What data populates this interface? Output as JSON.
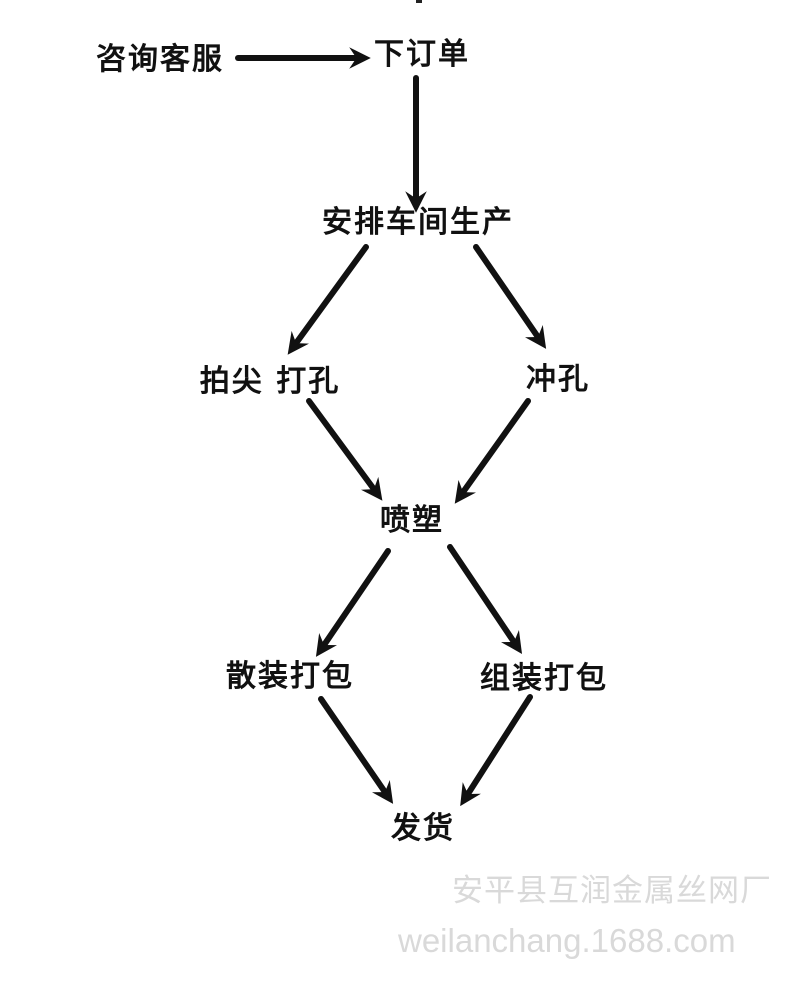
{
  "nodes": {
    "consult": "咨询客服",
    "order": "下订单",
    "arrange": "安排车间生产",
    "tip_drill": "拍尖 打孔",
    "punch": "冲孔",
    "spray": "喷塑",
    "bulk_pack": "散装打包",
    "assembled_pack": "组装打包",
    "ship": "发货"
  },
  "watermark": {
    "company": "安平县互润金属丝网厂",
    "url": "weilanchang.1688.com"
  },
  "colors": {
    "ink": "#111111",
    "watermark": "#d9d9d9"
  }
}
